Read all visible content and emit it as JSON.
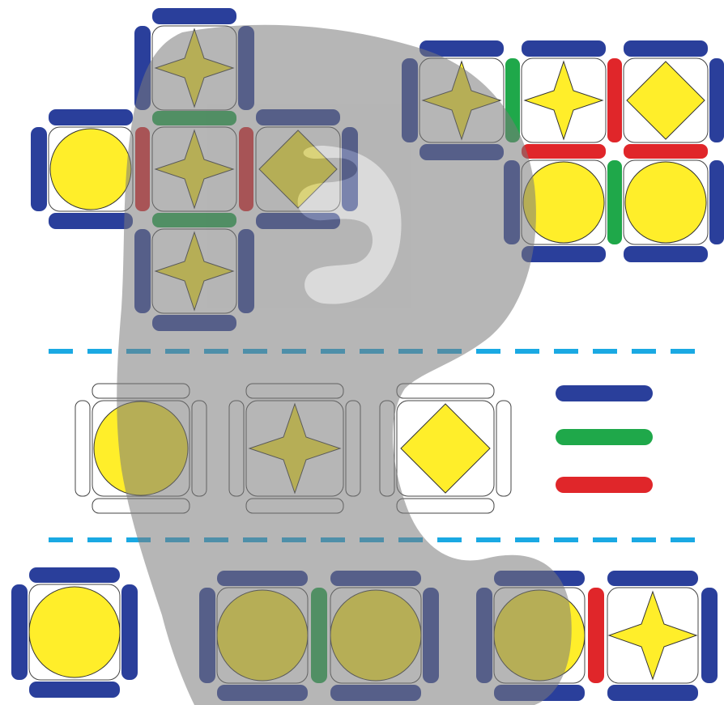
{
  "colors": {
    "background": "#ffffff",
    "blue_bar": "#2a3f9b",
    "green_bar": "#1fa84a",
    "red_bar": "#e0262a",
    "shape_fill": "#ffee2a",
    "dash_line": "#1aa9e3",
    "watermark": "#7a7a7a"
  },
  "shapes": [
    "circle",
    "star",
    "diamond"
  ],
  "legend": {
    "bars": [
      {
        "name": "blue-bar",
        "color": "#2a3f9b"
      },
      {
        "name": "green-bar",
        "color": "#1fa84a"
      },
      {
        "name": "red-bar",
        "color": "#e0262a"
      }
    ]
  },
  "watermark": {
    "icon": "hand-cursor-watermark-icon"
  }
}
